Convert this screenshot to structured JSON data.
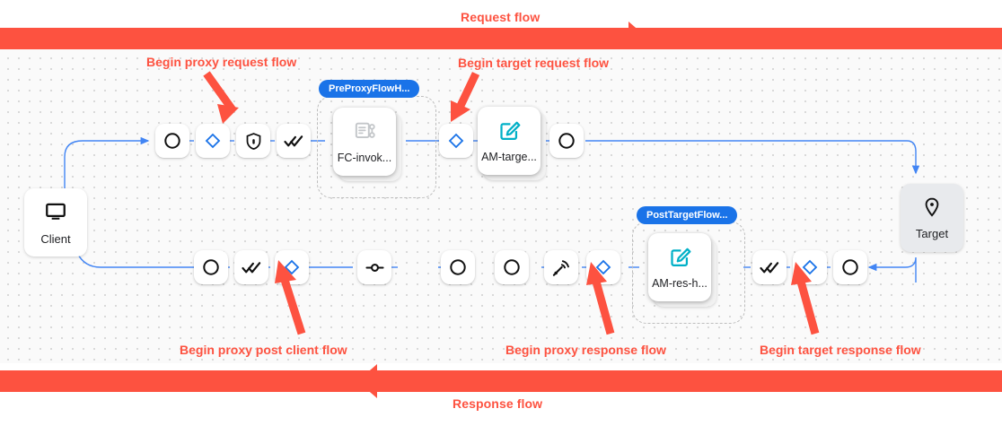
{
  "banners": {
    "request": {
      "label": "Request flow",
      "color": "#fd5240"
    },
    "response": {
      "label": "Response flow",
      "color": "#fd5240"
    }
  },
  "annotations": [
    {
      "id": "begin-proxy-request-flow",
      "label": "Begin proxy request flow"
    },
    {
      "id": "begin-target-request-flow",
      "label": "Begin target request flow"
    },
    {
      "id": "begin-proxy-post-client-flow",
      "label": "Begin proxy post client flow"
    },
    {
      "id": "begin-proxy-response-flow",
      "label": "Begin proxy response flow"
    },
    {
      "id": "begin-target-response-flow",
      "label": "Begin target response flow"
    }
  ],
  "endpoints": {
    "client": {
      "label": "Client",
      "icon": "monitor-icon"
    },
    "target": {
      "label": "Target",
      "icon": "location-pin-icon"
    }
  },
  "request_row": {
    "steps": [
      {
        "icon": "circle-icon",
        "name": "request-start-node"
      },
      {
        "icon": "diamond-icon",
        "name": "proxy-request-flow-node"
      },
      {
        "icon": "shield-lock-icon",
        "name": "security-node"
      },
      {
        "icon": "double-check-icon",
        "name": "verify-node"
      }
    ],
    "group": {
      "chip": "PreProxyFlowH...",
      "policy": {
        "label": "FC-invok...",
        "icon": "flow-callout-icon"
      }
    },
    "after_group": [
      {
        "icon": "diamond-icon",
        "name": "target-request-flow-node"
      }
    ],
    "target_policy": {
      "label": "AM-targe...",
      "icon": "assign-message-icon"
    },
    "tail": [
      {
        "icon": "circle-icon",
        "name": "target-request-end-node"
      }
    ]
  },
  "response_row": {
    "left_steps": [
      {
        "icon": "circle-icon",
        "name": "response-end-node"
      },
      {
        "icon": "double-check-icon",
        "name": "verify-node"
      },
      {
        "icon": "diamond-icon",
        "name": "proxy-post-client-flow-node"
      }
    ],
    "mid_steps": [
      {
        "icon": "dot-line-icon",
        "name": "trace-node"
      },
      {
        "icon": "circle-icon",
        "name": "response-node-a"
      },
      {
        "icon": "circle-icon",
        "name": "response-node-b"
      },
      {
        "icon": "broadcast-icon",
        "name": "analytics-node"
      },
      {
        "icon": "diamond-icon",
        "name": "proxy-response-flow-node"
      }
    ],
    "group": {
      "chip": "PostTargetFlow...",
      "policy": {
        "label": "AM-res-h...",
        "icon": "assign-message-icon"
      }
    },
    "right_steps": [
      {
        "icon": "double-check-icon",
        "name": "verify-node"
      },
      {
        "icon": "diamond-icon",
        "name": "target-response-flow-node"
      },
      {
        "icon": "circle-icon",
        "name": "target-response-start-node"
      }
    ]
  },
  "colors": {
    "accent_red": "#fd5240",
    "wire_blue": "#4285f4",
    "diamond_blue": "#1a73e8",
    "chip_blue": "#1a73e8",
    "policy_teal": "#00b0c7"
  }
}
